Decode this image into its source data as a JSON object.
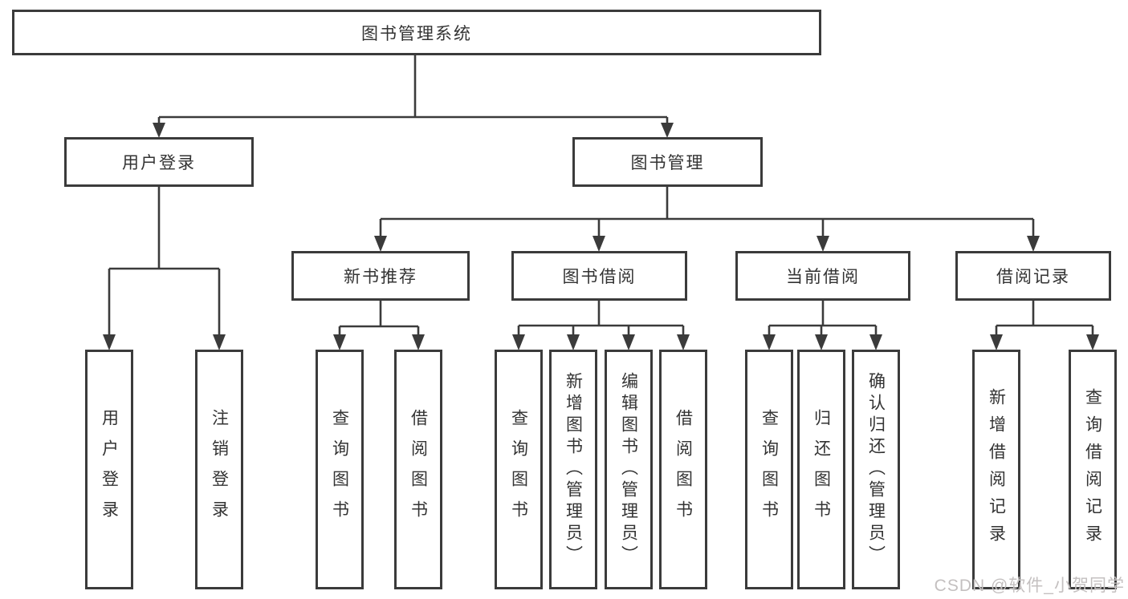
{
  "diagram": {
    "title": "图书管理系统",
    "level2": {
      "user_login": "用户登录",
      "book_mgmt": "图书管理"
    },
    "level3": {
      "new_books": "新书推荐",
      "book_borrow": "图书借阅",
      "current_borrow": "当前借阅",
      "borrow_records": "借阅记录"
    },
    "leaves": {
      "user_login": [
        "用户登录",
        "注销登录"
      ],
      "new_books": [
        "查询图书",
        "借阅图书"
      ],
      "book_borrow": [
        "查询图书",
        "新增图书（管理员）",
        "编辑图书（管理员）",
        "借阅图书"
      ],
      "current_borrow": [
        "查询图书",
        "归还图书",
        "确认归还（管理员）"
      ],
      "borrow_records": [
        "新增借阅记录",
        "查询借阅记录"
      ]
    },
    "watermark": "CSDN @软件_小贺同学"
  },
  "colors": {
    "line": "#3b3b3b",
    "text": "#333333",
    "background": "#ffffff",
    "watermark": "#c4c0c0"
  }
}
